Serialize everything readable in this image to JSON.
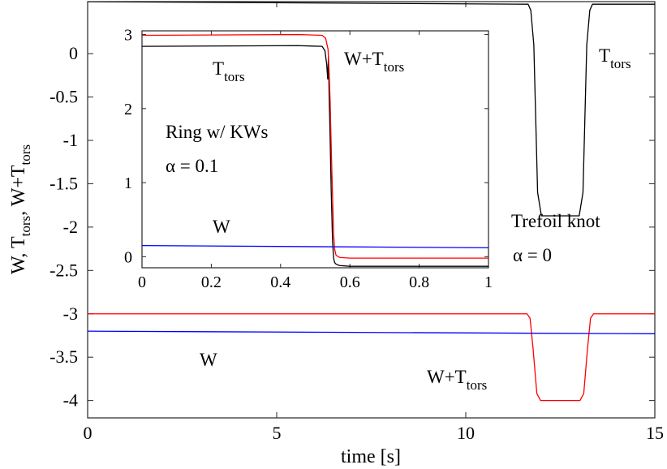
{
  "chart_data": [
    {
      "type": "line",
      "xlabel": "time  [s]",
      "ylabel_parts": [
        "W,  T",
        "tors",
        ",  W+T",
        "tors"
      ],
      "xlim": [
        0,
        15
      ],
      "ylim": [
        -4.2,
        0.6
      ],
      "xticks": [
        0,
        5,
        10,
        15
      ],
      "yticks": [
        0,
        -0.5,
        -1,
        -1.5,
        -2,
        -2.5,
        -3,
        -3.5,
        -4
      ],
      "grid": false,
      "series": [
        {
          "label_parts": [
            "T",
            "tors"
          ],
          "color": "#000000",
          "x": [
            0,
            11.65,
            11.72,
            11.8,
            11.9,
            12.0,
            13.0,
            13.1,
            13.2,
            13.28,
            13.35,
            15
          ],
          "y": [
            0.6,
            0.57,
            0.5,
            0.1,
            -1.6,
            -1.87,
            -1.87,
            -1.6,
            0.1,
            0.5,
            0.57,
            0.57
          ]
        },
        {
          "label_parts": [
            "W+T",
            "tors"
          ],
          "color": "#ff0000",
          "x": [
            0,
            11.62,
            11.7,
            11.78,
            11.88,
            11.98,
            13.02,
            13.12,
            13.22,
            13.3,
            13.38,
            15
          ],
          "y": [
            -3.0,
            -3.0,
            -3.05,
            -3.4,
            -3.92,
            -4.0,
            -4.0,
            -3.92,
            -3.4,
            -3.05,
            -3.0,
            -3.0
          ]
        },
        {
          "label": "W",
          "color": "#0000ff",
          "x": [
            0,
            15
          ],
          "y": [
            -3.2,
            -3.23
          ]
        }
      ],
      "annotations": [
        {
          "text": "Trefoil knot"
        },
        {
          "text": "α = 0"
        }
      ]
    },
    {
      "type": "line",
      "inset": true,
      "xlim": [
        0,
        1
      ],
      "ylim": [
        -0.15,
        3.05
      ],
      "xticks": [
        0,
        0.2,
        0.4,
        0.6,
        0.8,
        1
      ],
      "xtick_labels": [
        "0",
        "0.2",
        "0.4",
        "0.6",
        "0.8",
        "1"
      ],
      "yticks": [
        0,
        1,
        2,
        3
      ],
      "grid": false,
      "series": [
        {
          "label_parts": [
            "T",
            "tors"
          ],
          "color": "#000000",
          "x": [
            0,
            0.45,
            0.52,
            0.528,
            0.533,
            0.536,
            0.538,
            0.54,
            0.543,
            0.546,
            0.55,
            0.553,
            0.556,
            0.56,
            0.57,
            0.6,
            1
          ],
          "y": [
            2.84,
            2.85,
            2.84,
            2.78,
            2.6,
            2.4,
            2.7,
            2.2,
            1.6,
            0.9,
            0.2,
            -0.02,
            -0.08,
            -0.1,
            -0.12,
            -0.13,
            -0.13
          ]
        },
        {
          "label_parts": [
            "W+T",
            "tors"
          ],
          "color": "#ff0000",
          "x": [
            0,
            0.45,
            0.52,
            0.53,
            0.537,
            0.54,
            0.543,
            0.546,
            0.55,
            0.553,
            0.556,
            0.56,
            0.57,
            0.6,
            1
          ],
          "y": [
            2.99,
            3.0,
            2.99,
            2.95,
            2.8,
            2.5,
            2.1,
            1.5,
            0.8,
            0.3,
            0.1,
            0.02,
            -0.01,
            -0.02,
            -0.02
          ]
        },
        {
          "label": "W",
          "color": "#0000ff",
          "x": [
            0,
            1
          ],
          "y": [
            0.15,
            0.12
          ]
        }
      ],
      "annotations": [
        {
          "text": "Ring w/ KWs"
        },
        {
          "text": "α = 0.1"
        }
      ]
    }
  ]
}
